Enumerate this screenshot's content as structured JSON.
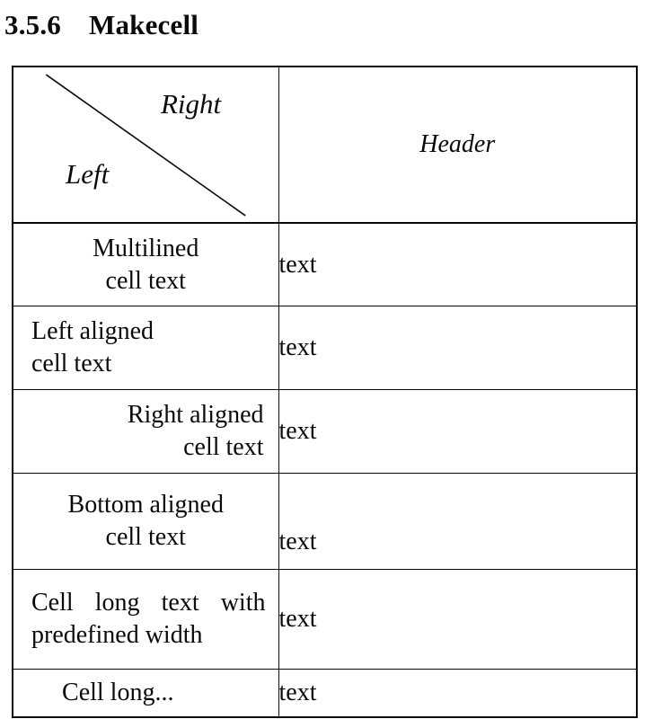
{
  "heading": {
    "number": "3.5.6",
    "title": "Makecell"
  },
  "table": {
    "corner": {
      "top_label": "Right",
      "bottom_label": "Left"
    },
    "header": "Header",
    "rows": [
      {
        "left": "Multilined\ncell text",
        "right": "text"
      },
      {
        "left": "Left aligned\ncell text",
        "right": "text"
      },
      {
        "left": "Right aligned\ncell text",
        "right": "text"
      },
      {
        "left": "Bottom aligned\ncell text",
        "right": "text"
      },
      {
        "left": "Cell long text with predefined width",
        "right": "text"
      },
      {
        "left": "Cell long...",
        "right": "text"
      }
    ]
  },
  "colors": {
    "ink": "#0a0a0a",
    "paper": "#ffffff"
  }
}
